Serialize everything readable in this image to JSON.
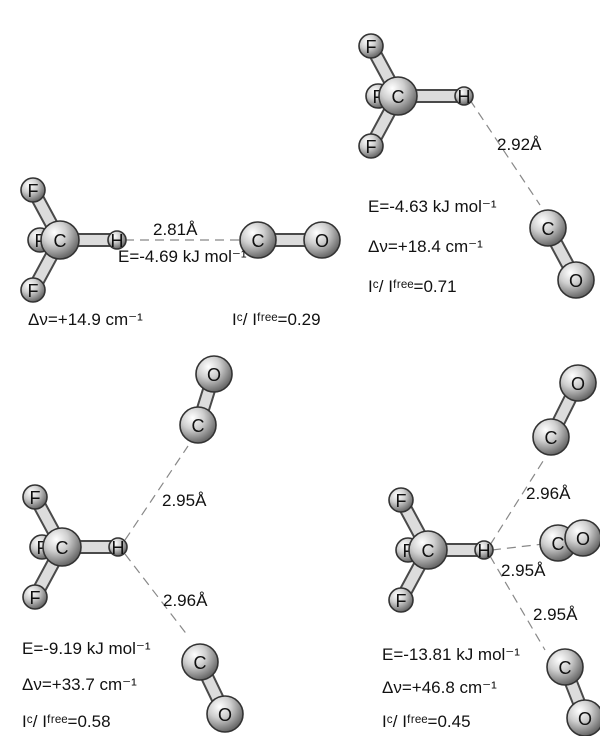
{
  "atom_labels": {
    "F": "F",
    "C": "C",
    "H": "H",
    "O": "O"
  },
  "structures": [
    {
      "id": "top-right",
      "distances": [
        "2.92Å"
      ],
      "energy": "E=-4.63 kJ mol⁻¹",
      "shift": "Δν=+18.4  cm⁻¹",
      "intensity": "Iᶜ/ Iᶠʳᵉᵉ=0.71"
    },
    {
      "id": "top-left",
      "distances": [
        "2.81Å"
      ],
      "energy": "E=-4.69 kJ mol⁻¹",
      "shift": "Δν=+14.9  cm⁻¹",
      "intensity": "Iᶜ/ Iᶠʳᵉᵉ=0.29"
    },
    {
      "id": "bottom-left",
      "distances": [
        "2.95Å",
        "2.96Å"
      ],
      "energy": "E=-9.19 kJ mol⁻¹",
      "shift": "Δν=+33.7  cm⁻¹",
      "intensity": "Iᶜ/ Iᶠʳᵉᵉ=0.58"
    },
    {
      "id": "bottom-right",
      "distances": [
        "2.96Å",
        "2.95Å",
        "2.95Å"
      ],
      "energy": "E=-13.81 kJ mol⁻¹",
      "shift": "Δν=+46.8  cm⁻¹",
      "intensity": "Iᶜ/ Iᶠʳᵉᵉ=0.45"
    }
  ]
}
